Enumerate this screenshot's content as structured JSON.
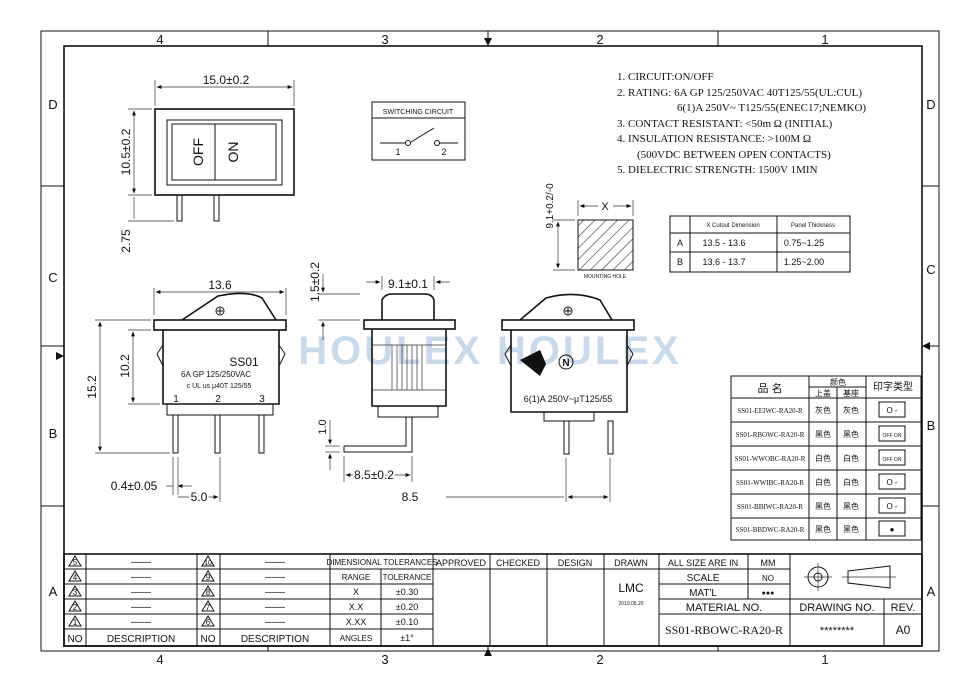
{
  "frame": {
    "col_labels_top": [
      "4",
      "3",
      "2",
      "1"
    ],
    "col_labels_bottom": [
      "4",
      "3",
      "2",
      "1"
    ],
    "row_labels": [
      "D",
      "C",
      "B",
      "A"
    ]
  },
  "watermark": "HOULEX HOULEX",
  "specs": [
    "1. CIRCUIT:ON/OFF",
    "2. RATING: 6A GP 125/250VAC  40T125/55(UL:CUL)",
    "6(1)A 250V~ T125/55(ENEC17;NEMKO)",
    "3. CONTACT RESISTANT: <50m Ω (INITIAL)",
    "4. INSULATION RESISTANCE: >100M Ω",
    "(500VDC BETWEEN OPEN CONTACTS)",
    "5. DIELECTRIC STRENGTH: 1500V 1MIN"
  ],
  "switching_circuit": {
    "title": "SWITCHING CIRCUIT",
    "pin1": "1",
    "pin2": "2"
  },
  "top_view": {
    "width_dim": "15.0±0.2",
    "height_dim": "10.5±0.2",
    "pin_dim": "2.75",
    "label_off": "OFF",
    "label_on": "ON"
  },
  "mounting_hole": {
    "x_label": "X",
    "height_dim": "9.1+0.2/-0",
    "caption": "MOUNTING HOLE"
  },
  "cutout_table": {
    "headers": [
      "",
      "X Cutout Dimension",
      "Panel Thickness"
    ],
    "rows": [
      [
        "A",
        "13.5 - 13.6",
        "0.75~1.25"
      ],
      [
        "B",
        "13.6 - 13.7",
        "1.25~2.00"
      ]
    ]
  },
  "front_view": {
    "top_dim": "13.6",
    "body_dim": "10.2",
    "total_dim": "15.2",
    "pin_width_dim": "0.4±0.05",
    "pitch_dim": "5.0",
    "model": "SS01",
    "rating1": "6A GP 125/250VAC",
    "rating2": "c UL us  μ40T 125/55",
    "pins": [
      "1",
      "2",
      "3"
    ]
  },
  "side_view": {
    "top_dim": "9.1±0.1",
    "lift_dim": "1.5±0.2",
    "pin_dim": "1.0",
    "bottom_dim": "8.5±0.2"
  },
  "back_view": {
    "rating": "6(1)A 250V~μT125/55",
    "bottom_dim": "8.5"
  },
  "color_table": {
    "headers": [
      "品  名",
      "颜色",
      "印字类型"
    ],
    "subheaders": [
      "上盖",
      "基座"
    ],
    "rows": [
      [
        "SS01-EEIWC-RA20-R",
        "灰色",
        "灰色",
        "O -"
      ],
      [
        "SS01-RBOWC-RA20-R",
        "黑色",
        "黑色",
        "OFF ON"
      ],
      [
        "SS01-WWOBC-RA20-R",
        "白色",
        "白色",
        "OFF ON"
      ],
      [
        "SS01-WWIBC-RA20-R",
        "白色",
        "白色",
        "O -"
      ],
      [
        "SS01-BBIWC-RA20-R",
        "黑色",
        "黑色",
        "O -"
      ],
      [
        "SS01-BBDWC-RA20-R",
        "黑色",
        "黑色",
        "●"
      ]
    ]
  },
  "title_block": {
    "revisions": [
      "5",
      "4",
      "3",
      "2",
      "1"
    ],
    "revisions_right": [
      "10",
      "9",
      "8",
      "7",
      "6"
    ],
    "no_label": "NO",
    "desc_label": "DESCRIPTION",
    "dash": "——",
    "tol_header": "DIMENSIONAL TOLERANCES",
    "tol_cols": [
      "RANGE",
      "TOLERANCE"
    ],
    "tol_rows": [
      [
        "X",
        "±0.30"
      ],
      [
        "X.X",
        "±0.20"
      ],
      [
        "X.XX",
        "±0.10"
      ],
      [
        "ANGLES",
        "±1°"
      ]
    ],
    "approved": "APPROVED",
    "checked": "CHECKED",
    "design": "DESIGN",
    "drawn": "DRAWN",
    "drawn_by": "LMC",
    "drawn_date": "2019.05.20",
    "all_size": "ALL SIZE ARE IN",
    "unit": "MM",
    "scale_label": "SCALE",
    "scale_value": "NO",
    "material_label": "MAT'L",
    "material_value": "●●●",
    "material_no_label": "MATERIAL NO.",
    "material_no": "SS01-RBOWC-RA20-R",
    "drawing_no_label": "DRAWING NO.",
    "drawing_no": "********",
    "rev_label": "REV.",
    "rev": "A0"
  }
}
